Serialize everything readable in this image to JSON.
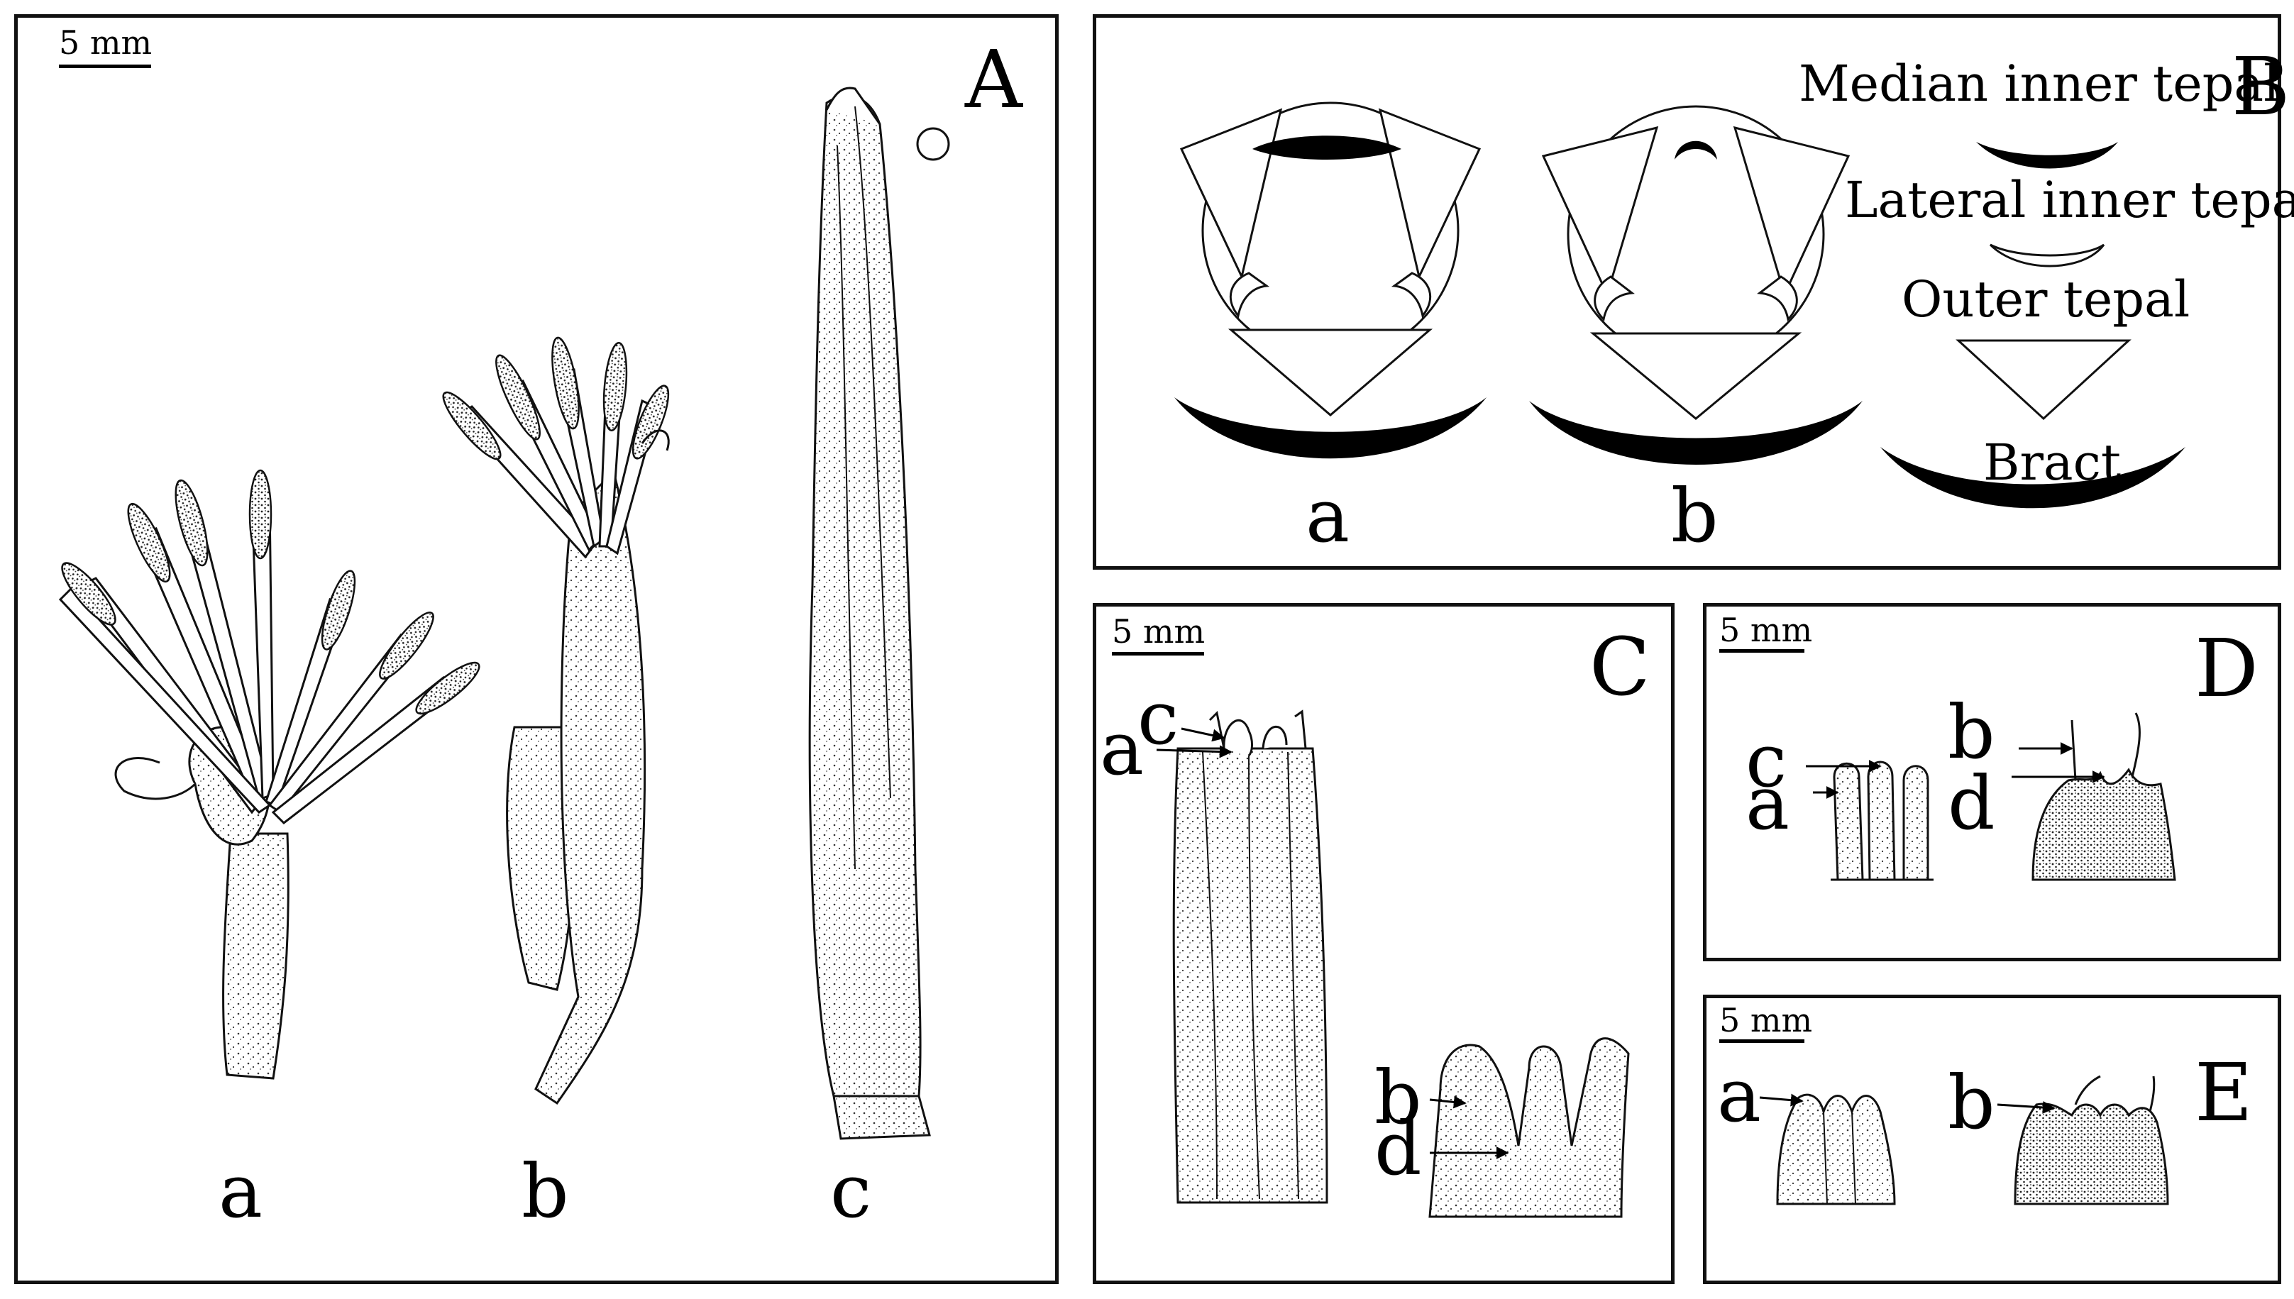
{
  "panels": {
    "A": {
      "letter": "A",
      "scale": "5 mm",
      "items": [
        "a",
        "b",
        "c"
      ]
    },
    "B": {
      "letter": "B",
      "items": [
        "a",
        "b"
      ],
      "legend": {
        "median": "Median inner tepal",
        "lateral": "Lateral inner tepal",
        "outer": "Outer tepal",
        "bract": "Bract"
      }
    },
    "C": {
      "letter": "C",
      "scale": "5 mm",
      "labels": [
        "a",
        "c",
        "b",
        "d"
      ]
    },
    "D": {
      "letter": "D",
      "scale": "5 mm",
      "labels": [
        "c",
        "a",
        "b",
        "d"
      ]
    },
    "E": {
      "letter": "E",
      "scale": "5 mm",
      "labels": [
        "a",
        "b"
      ]
    }
  }
}
